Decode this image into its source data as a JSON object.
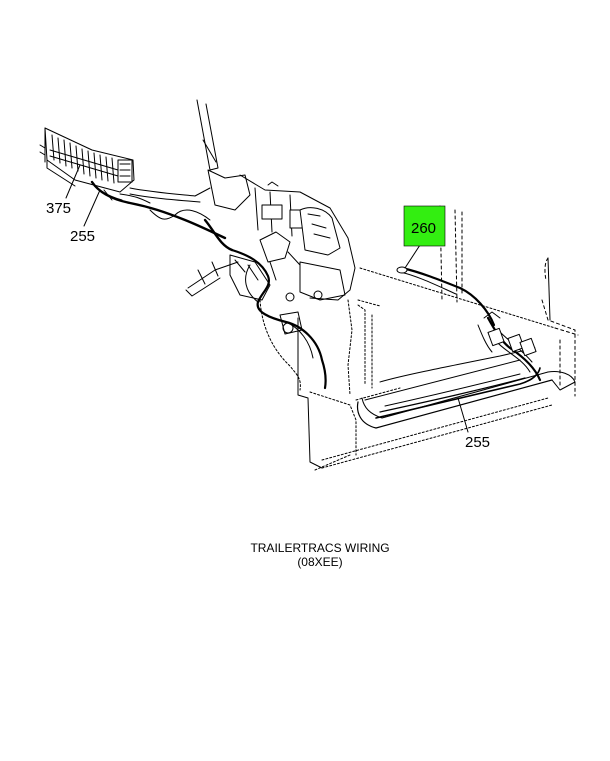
{
  "diagram": {
    "title": "TRAILERTRACS WIRING",
    "code": "(08XEE)",
    "callouts": [
      {
        "id": "375",
        "label": "375",
        "highlighted": false
      },
      {
        "id": "255-left",
        "label": "255",
        "highlighted": false
      },
      {
        "id": "260",
        "label": "260",
        "highlighted": true
      },
      {
        "id": "255-right",
        "label": "255",
        "highlighted": false
      }
    ],
    "highlight_color": "#33ee11"
  },
  "footer": {
    "left": "",
    "right": ""
  }
}
